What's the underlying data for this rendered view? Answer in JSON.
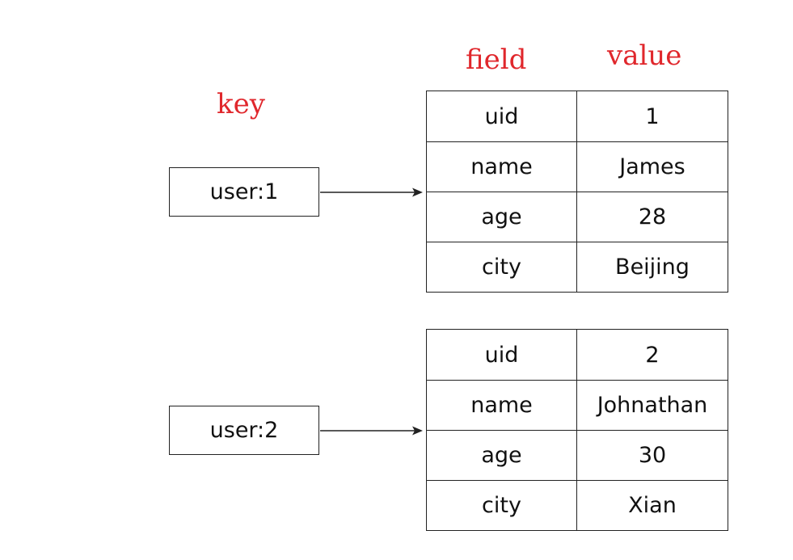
{
  "headers": {
    "key": "key",
    "field": "field",
    "value": "value"
  },
  "hashes": [
    {
      "key": "user:1",
      "rows": [
        {
          "field": "uid",
          "value": "1"
        },
        {
          "field": "name",
          "value": "James"
        },
        {
          "field": "age",
          "value": "28"
        },
        {
          "field": "city",
          "value": "Beijing"
        }
      ]
    },
    {
      "key": "user:2",
      "rows": [
        {
          "field": "uid",
          "value": "2"
        },
        {
          "field": "name",
          "value": "Johnathan"
        },
        {
          "field": "age",
          "value": "30"
        },
        {
          "field": "city",
          "value": "Xian"
        }
      ]
    }
  ],
  "colors": {
    "header_text": "#e0272c",
    "line": "#222222",
    "text": "#111111"
  }
}
